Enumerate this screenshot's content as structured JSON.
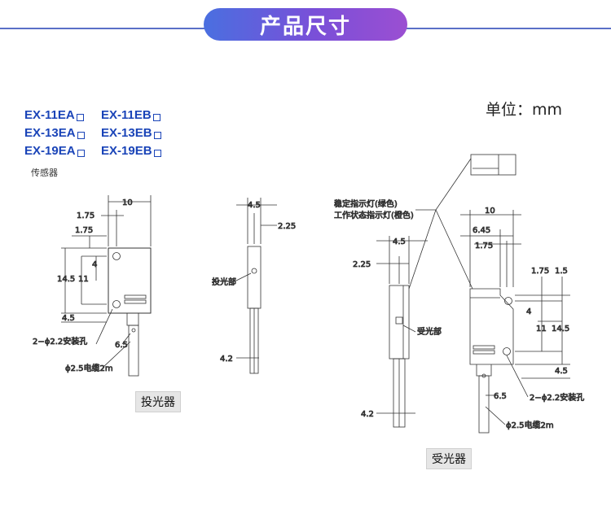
{
  "header": {
    "title": "产品尺寸"
  },
  "unit_label": "单位：mm",
  "models": [
    [
      "EX-11EA",
      "EX-11EB"
    ],
    [
      "EX-13EA",
      "EX-13EB"
    ],
    [
      "EX-19EA",
      "EX-19EB"
    ]
  ],
  "sensor_label": "传感器",
  "emitter": {
    "caption": "投光器",
    "dims": {
      "width": "10",
      "d175a": "1.75",
      "d175b": "1.75",
      "d4": "4",
      "d145": "14.5",
      "d11": "11",
      "d45": "4.5",
      "d65": "6.5"
    },
    "mount_hole": "2−ϕ2.2安装孔",
    "cable": "ϕ2.5电缆2m"
  },
  "emitter_side": {
    "dims": {
      "d45": "4.5",
      "d225": "2.25",
      "d42": "4.2"
    },
    "beam_label": "投光部"
  },
  "receiver": {
    "caption": "受光器",
    "stable_indicator": "稳定指示灯(绿色)",
    "operation_indicator": "工作状态指示灯(橙色)",
    "dims": {
      "width": "10",
      "d645": "6.45",
      "d175a": "1.75",
      "d175b": "1.75",
      "d15": "1.5",
      "d4": "4",
      "d11": "11",
      "d145": "14.5",
      "d45": "4.5",
      "d65": "6.5"
    },
    "mount_hole": "2−ϕ2.2安装孔",
    "cable": "ϕ2.5电缆2m"
  },
  "receiver_side": {
    "dims": {
      "d45": "4.5",
      "d225": "2.25",
      "d42": "4.2"
    },
    "receive_label": "受光部"
  }
}
